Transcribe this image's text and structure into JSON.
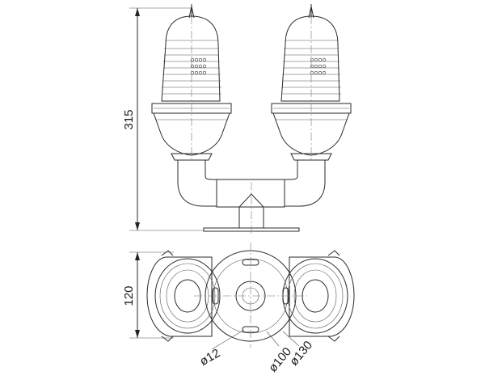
{
  "dimensions": {
    "height_label": "315",
    "base_width_label": "120",
    "hole_label": "ø12",
    "bolt_circle_label": "ø100",
    "flange_label": "ø130"
  }
}
